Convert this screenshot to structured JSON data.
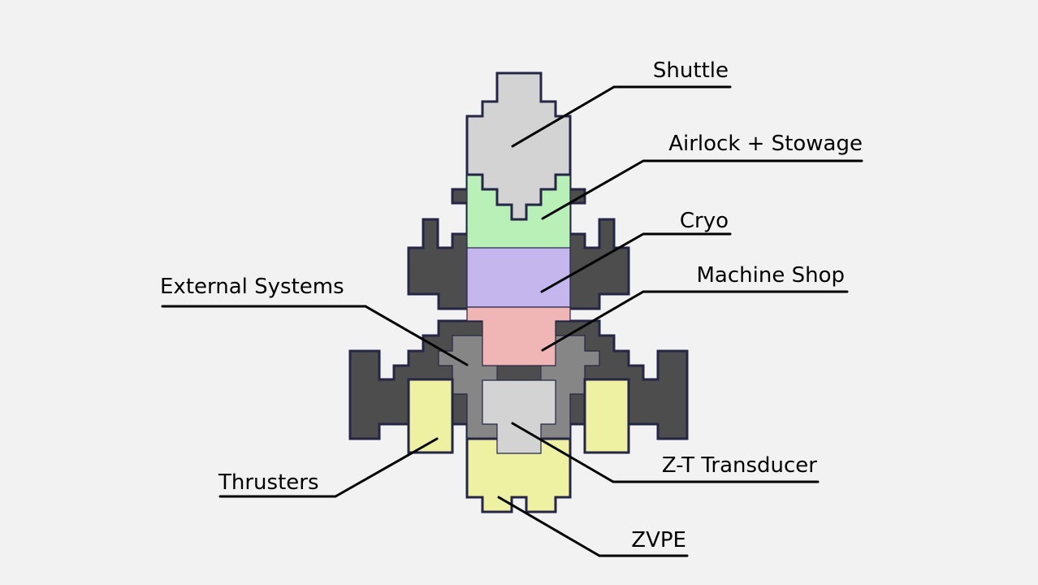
{
  "diagram": {
    "labels": {
      "shuttle": "Shuttle",
      "airlock": "Airlock + Stowage",
      "cryo": "Cryo",
      "machine_shop": "Machine Shop",
      "external_systems": "External Systems",
      "thrusters": "Thrusters",
      "zt_transducer": "Z-T Transducer",
      "zvpe": "ZVPE"
    },
    "colors": {
      "background": "#f2f2f2",
      "outline": "#252546",
      "hull_dark": "#4d4d4d",
      "external_systems": "#868686",
      "shuttle": "#d3d3d3",
      "airlock": "#b8f0b8",
      "cryo": "#c5b7ee",
      "machine_shop": "#f0b6b6",
      "thrusters": "#eef0a2",
      "zt_transducer": "#d3d3d3",
      "zvpe": "#eef0a2"
    }
  }
}
